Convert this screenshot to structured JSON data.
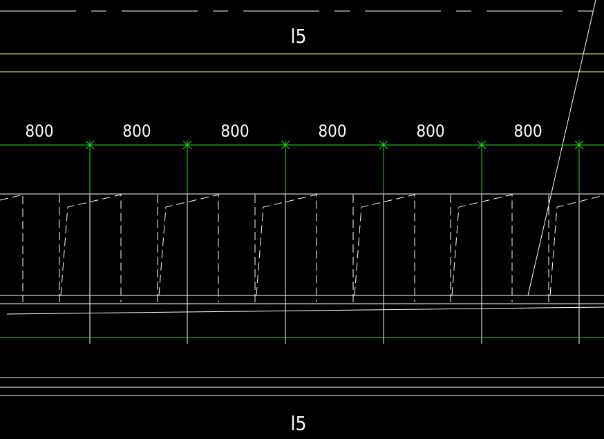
{
  "drawing": {
    "background": "#000000",
    "colors": {
      "white": "#ffffff",
      "yellow": "#ffff66",
      "green": "#22dd22"
    },
    "label_top": "l5",
    "label_bottom": "l5",
    "dimensions": [
      "800",
      "800",
      "800",
      "800",
      "800",
      "800"
    ]
  }
}
